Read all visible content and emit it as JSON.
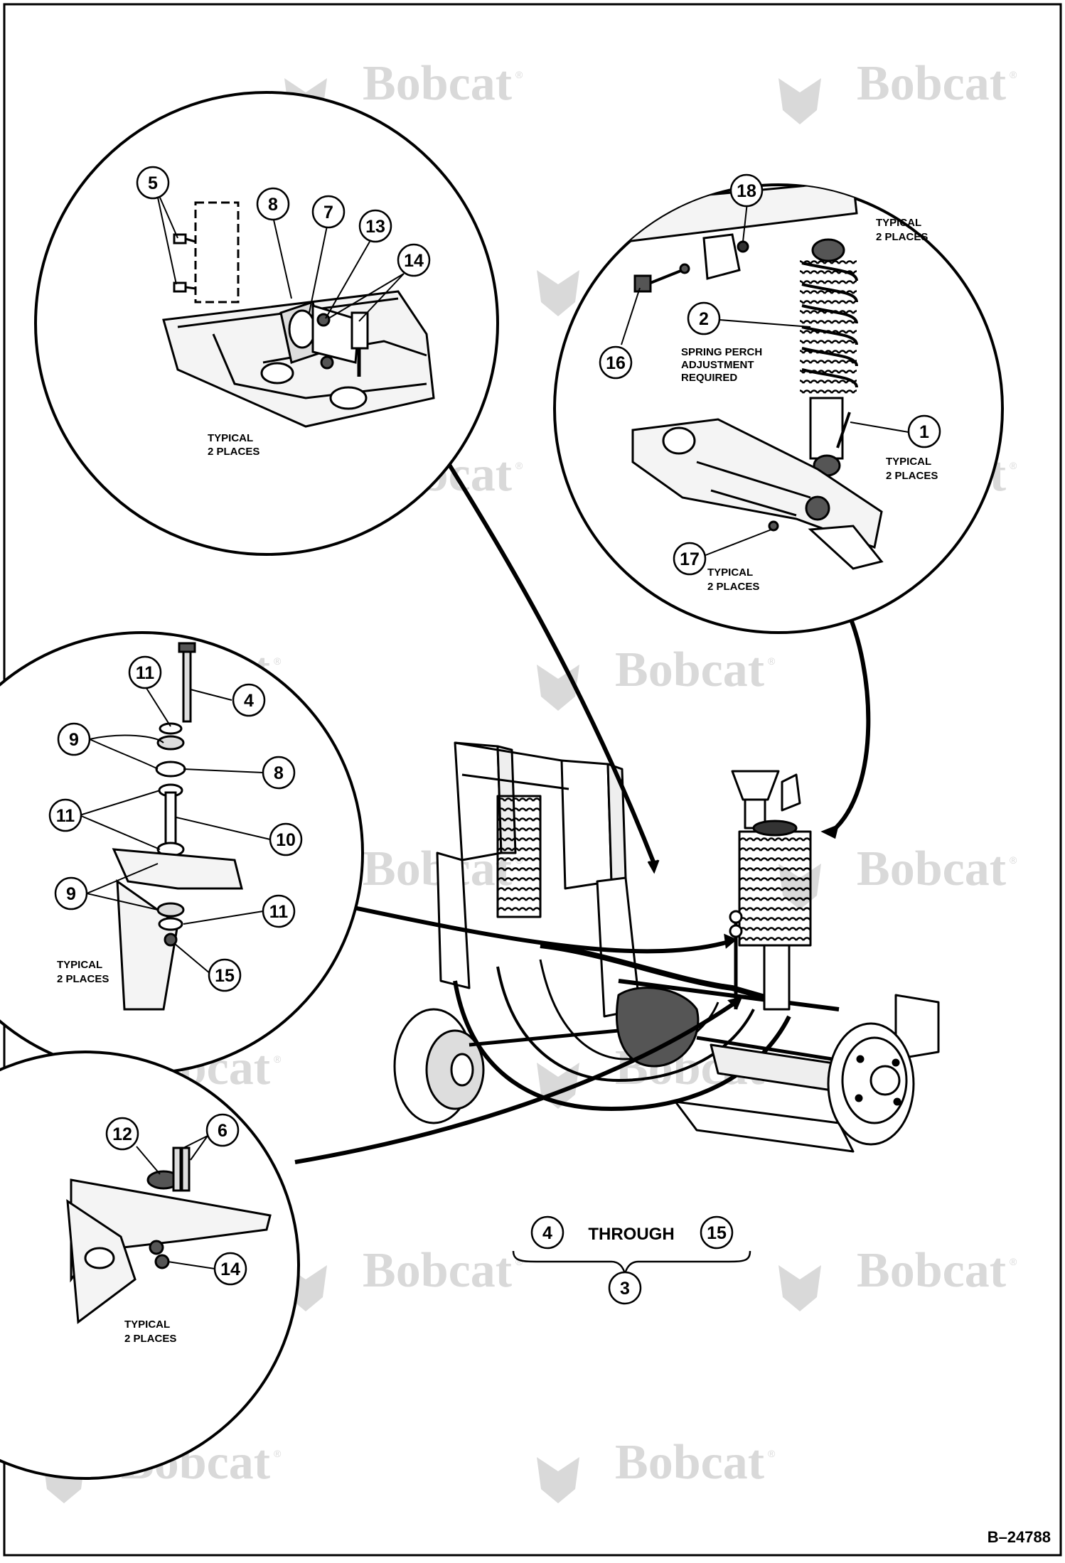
{
  "watermark": {
    "text": "Bobcat",
    "registered": "®"
  },
  "drawing_number": "B–24788",
  "detail_top_left": {
    "callouts": [
      "5",
      "8",
      "7",
      "13",
      "14"
    ],
    "note": [
      "TYPICAL",
      "2 PLACES"
    ]
  },
  "detail_top_right": {
    "callouts": [
      "18",
      "16",
      "2",
      "1",
      "17"
    ],
    "note_top": [
      "TYPICAL",
      "2 PLACES"
    ],
    "spring_note": [
      "SPRING PERCH",
      "ADJUSTMENT",
      "REQUIRED"
    ],
    "note_shock": [
      "TYPICAL",
      "2 PLACES"
    ],
    "note_bottom": [
      "TYPICAL",
      "2 PLACES"
    ]
  },
  "detail_mid_left": {
    "callouts": [
      "11",
      "4",
      "9",
      "8",
      "11",
      "10",
      "9",
      "11",
      "15"
    ],
    "note": [
      "TYPICAL",
      "2 PLACES"
    ]
  },
  "detail_bottom_left": {
    "callouts": [
      "12",
      "6",
      "14"
    ],
    "note": [
      "TYPICAL",
      "2 PLACES"
    ]
  },
  "group_label": {
    "from": "4",
    "word": "THROUGH",
    "to": "15",
    "assembly": "3"
  }
}
